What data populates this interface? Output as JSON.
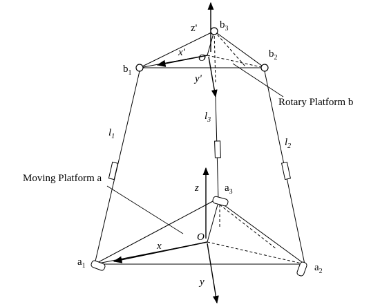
{
  "labels": {
    "z_prime": "z'",
    "x_prime": "x'",
    "y_prime": "y'",
    "O_top": "O",
    "O_bottom": "O",
    "z": "z",
    "x": "x",
    "y": "y",
    "b1": {
      "base": "b",
      "sub": "1"
    },
    "b2": {
      "base": "b",
      "sub": "2"
    },
    "b3": {
      "base": "b",
      "sub": "3"
    },
    "a1": {
      "base": "a",
      "sub": "1"
    },
    "a2": {
      "base": "a",
      "sub": "2"
    },
    "a3": {
      "base": "a",
      "sub": "3"
    },
    "l1": {
      "base": "l",
      "sub": "1"
    },
    "l2": {
      "base": "l",
      "sub": "2"
    },
    "l3": {
      "base": "l",
      "sub": "3"
    },
    "rotary_platform": "Rotary Platform b",
    "moving_platform": "Moving Platform a"
  }
}
